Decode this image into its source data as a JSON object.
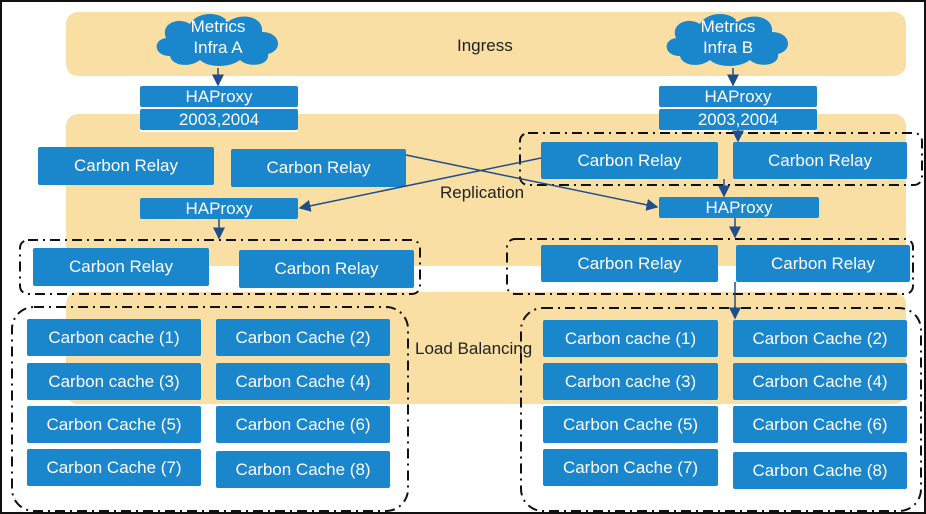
{
  "bands": {
    "ingress": "Ingress",
    "replication": "Replication",
    "load_balancing": "Load Balancing"
  },
  "clouds": {
    "a_line1": "Metrics",
    "a_line2": "Infra A",
    "b_line1": "Metrics",
    "b_line2": "Infra B"
  },
  "left": {
    "top_haproxy": {
      "name": "HAProxy",
      "ports": "2003,2004"
    },
    "relays_upper": [
      "Carbon Relay",
      "Carbon Relay"
    ],
    "mid_haproxy": "HAProxy",
    "relays_lower": [
      "Carbon Relay",
      "Carbon Relay"
    ],
    "caches": [
      "Carbon cache (1)",
      "Carbon Cache (2)",
      "Carbon cache (3)",
      "Carbon Cache (4)",
      "Carbon Cache (5)",
      "Carbon Cache (6)",
      "Carbon Cache (7)",
      "Carbon Cache (8)"
    ]
  },
  "right": {
    "top_haproxy": {
      "name": "HAProxy",
      "ports": "2003,2004"
    },
    "relays_upper": [
      "Carbon Relay",
      "Carbon Relay"
    ],
    "mid_haproxy": "HAProxy",
    "relays_lower": [
      "Carbon Relay",
      "Carbon Relay"
    ],
    "caches": [
      "Carbon cache (1)",
      "Carbon Cache (2)",
      "Carbon cache (3)",
      "Carbon Cache (4)",
      "Carbon Cache (5)",
      "Carbon Cache (6)",
      "Carbon Cache (7)",
      "Carbon Cache (8)"
    ]
  },
  "colors": {
    "band": "#f9dfa4",
    "box": "#1a86cc",
    "cloud": "#1a86cc",
    "arrow": "#1f4e8a"
  }
}
